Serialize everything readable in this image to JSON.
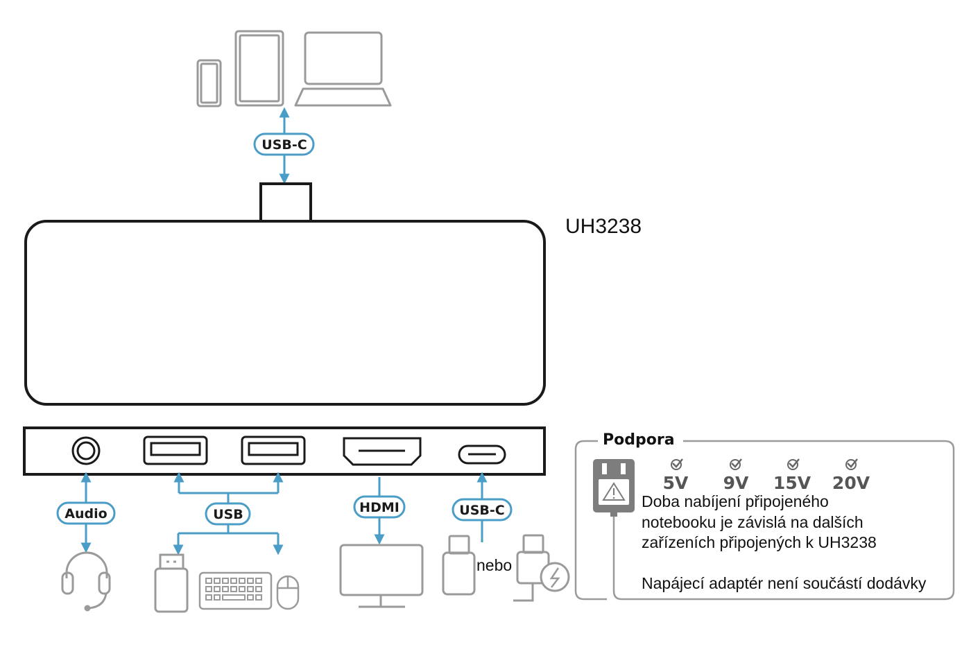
{
  "device": {
    "model": "UH3238"
  },
  "colors": {
    "accent_blue": "#4a9dc6",
    "device_outline": "#1a1a1a",
    "peripheral_gray": "#9a9a9a"
  },
  "host": {
    "connection_label": "USB-C",
    "devices": [
      "smartphone-icon",
      "tablet-icon",
      "laptop-icon"
    ]
  },
  "ports": [
    {
      "name": "Audio",
      "label": "Audio",
      "peripherals": [
        "headset-icon"
      ]
    },
    {
      "name": "USB",
      "label": "USB",
      "peripherals": [
        "usb-flash-drive-icon",
        "keyboard-icon",
        "mouse-icon"
      ]
    },
    {
      "name": "HDMI",
      "label": "HDMI",
      "peripherals": [
        "monitor-icon"
      ]
    },
    {
      "name": "USB-C",
      "label": "USB-C",
      "peripherals": [
        "usb-c-device-icon",
        "usb-c-power-icon"
      ],
      "or_text": "nebo"
    }
  ],
  "support": {
    "title": "Podpora",
    "voltages": [
      "5V",
      "9V",
      "15V",
      "20V"
    ],
    "note_lines": [
      "Doba nabíjení připojeného",
      "notebooku je závislá na dalších",
      "zařízeních připojených k UH3238"
    ],
    "adapter_note": "Napájecí adaptér není součástí dodávky"
  }
}
